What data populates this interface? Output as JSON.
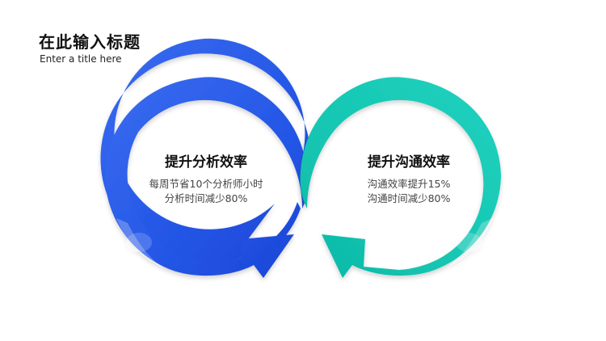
{
  "header": {
    "title": "在此输入标题",
    "subtitle": "Enter a title here"
  },
  "blocks": [
    {
      "title": "提升分析效率",
      "lines": [
        "每周节省10个分析师小时",
        "分析时间减少80%"
      ],
      "color": "#2a5ee8"
    },
    {
      "title": "提升沟通效率",
      "lines": [
        "沟通效率提升15%",
        "沟通时间减少80%"
      ],
      "color": "#16cbb6"
    }
  ]
}
